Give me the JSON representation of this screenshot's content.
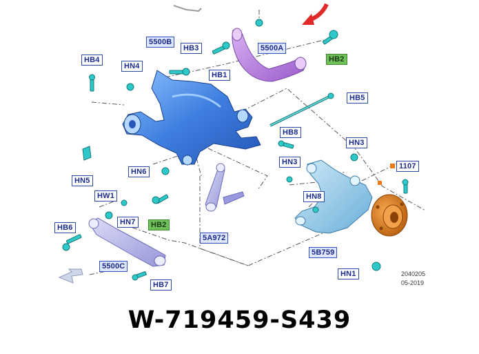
{
  "callouts": {
    "c5500b": "5500B",
    "hb3": "HB3",
    "c5500a": "5500A",
    "hb4": "HB4",
    "hn4": "HN4",
    "hb1": "HB1",
    "hb2_top": "HB2",
    "hb5": "HB5",
    "hb8": "HB8",
    "hn3_right": "HN3",
    "hn3_left": "HN3",
    "c1107": "1107",
    "hn5": "HN5",
    "hn6": "HN6",
    "hw1": "HW1",
    "hn7": "HN7",
    "hb2_bottom": "HB2",
    "hn8": "HN8",
    "hb6": "HB6",
    "c5a972": "5A972",
    "c5500c": "5500C",
    "c5b759": "5B759",
    "hn1": "HN1",
    "hb7": "HB7"
  },
  "diagram_code": "2040205",
  "diagram_date": "05-2019",
  "part_number": "W-719459-S439",
  "colors": {
    "knuckle_blue": "#4a88e0",
    "upper_arm_purple": "#b07ad8",
    "link_lavender": "#b4b4e8",
    "hub_orange": "#e07a1a",
    "fastener_teal": "#2fc8c8",
    "highlight_green": "#6fbf5a",
    "arrow_red": "#e02a2a"
  }
}
